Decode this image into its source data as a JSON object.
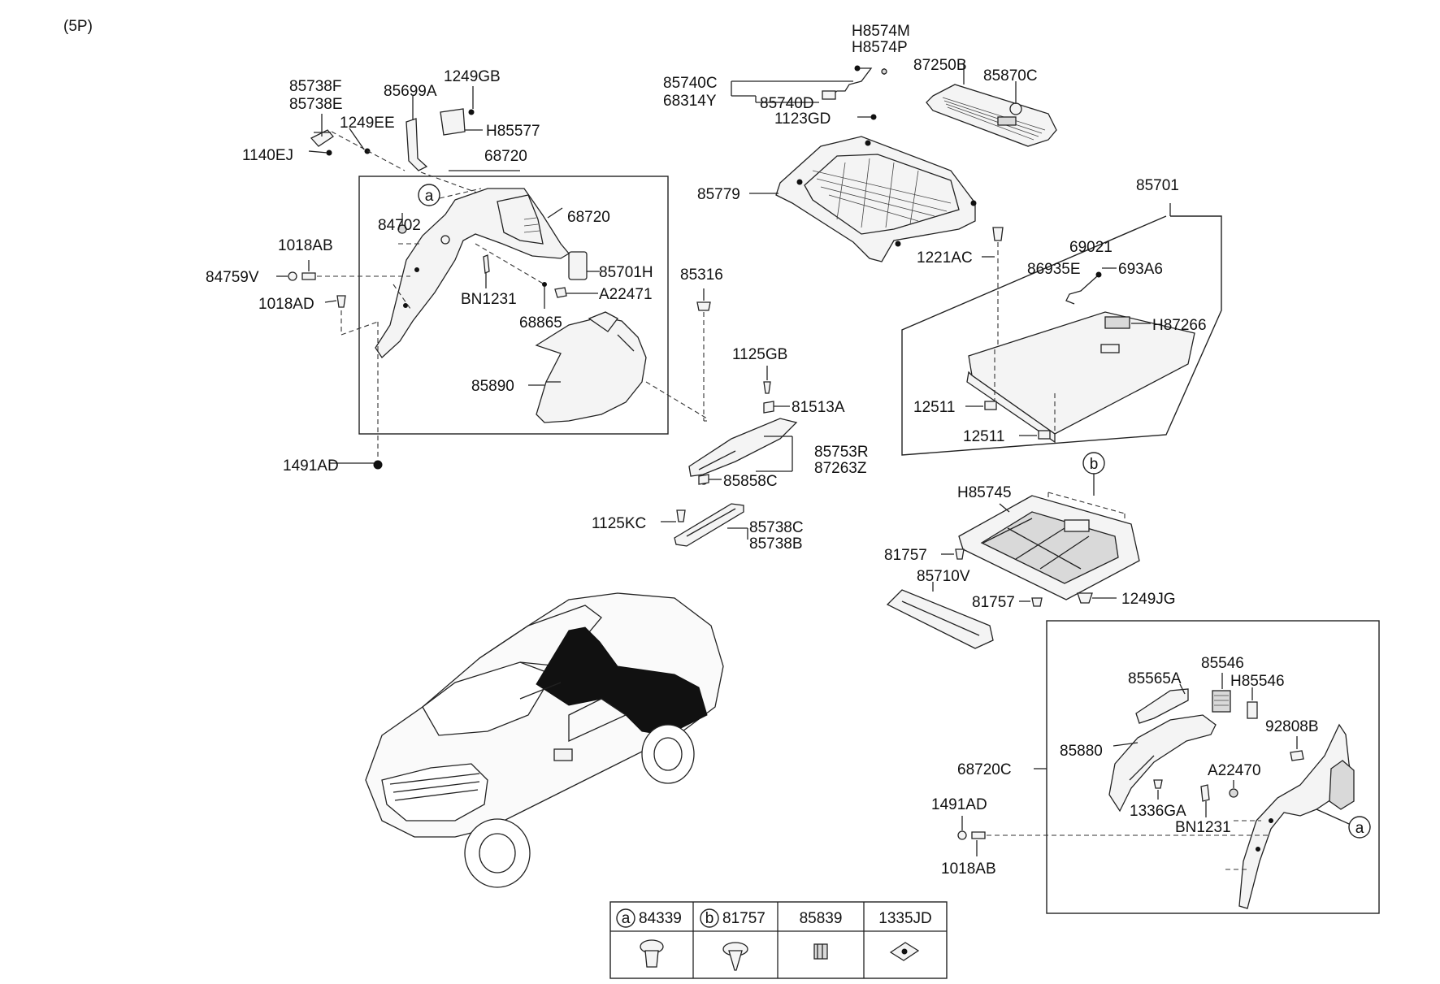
{
  "header": {
    "variant": "(5P)"
  },
  "labels": {
    "l85738F": "85738F",
    "l85738E": "85738E",
    "l85699A": "85699A",
    "l1249GB": "1249GB",
    "l1249EE": "1249EE",
    "lH85577": "H85577",
    "l1140EJ": "1140EJ",
    "l68720_top": "68720",
    "l68720_side": "68720",
    "l84702": "84702",
    "l1018AB_l": "1018AB",
    "l84759V": "84759V",
    "l85701H": "85701H",
    "lBN1231_l": "BN1231",
    "lA22471": "A22471",
    "l1018AD": "1018AD",
    "l68865": "68865",
    "l85890": "85890",
    "l1491AD_l": "1491AD",
    "l85316": "85316",
    "l1125GB": "1125GB",
    "l81513A": "81513A",
    "l85753R": "85753R",
    "l87263Z": "87263Z",
    "l85858C": "85858C",
    "l1125KC": "1125KC",
    "l85738C": "85738C",
    "l85738B": "85738B",
    "lH8574M": "H8574M",
    "lH8574P": "H8574P",
    "l85740C": "85740C",
    "l68314Y": "68314Y",
    "l85740D": "85740D",
    "l1123GD": "1123GD",
    "l87250B": "87250B",
    "l85870C": "85870C",
    "l85779": "85779",
    "l85701": "85701",
    "l1221AC": "1221AC",
    "l69021": "69021",
    "l86935E": "86935E",
    "l693A6": "693A6",
    "lH87266": "H87266",
    "l12511_a": "12511",
    "l12511_b": "12511",
    "lH85745": "H85745",
    "l81757_a": "81757",
    "l85710V": "85710V",
    "l81757_b": "81757",
    "l1249JG": "1249JG",
    "l85565A": "85565A",
    "l85546": "85546",
    "lH85546": "H85546",
    "l85880": "85880",
    "l92808B": "92808B",
    "l68720C": "68720C",
    "lA22470": "A22470",
    "l1491AD_r": "1491AD",
    "l1336GA": "1336GA",
    "lBN1231_r": "BN1231",
    "l1018AB_r": "1018AB"
  },
  "callouts": {
    "a_left": "a",
    "a_right": "a",
    "b_top": "b"
  },
  "legend": {
    "items": [
      {
        "mark": "a",
        "code": "84339"
      },
      {
        "mark": "b",
        "code": "81757"
      },
      {
        "mark": "",
        "code": "85839"
      },
      {
        "mark": "",
        "code": "1335JD"
      }
    ]
  }
}
